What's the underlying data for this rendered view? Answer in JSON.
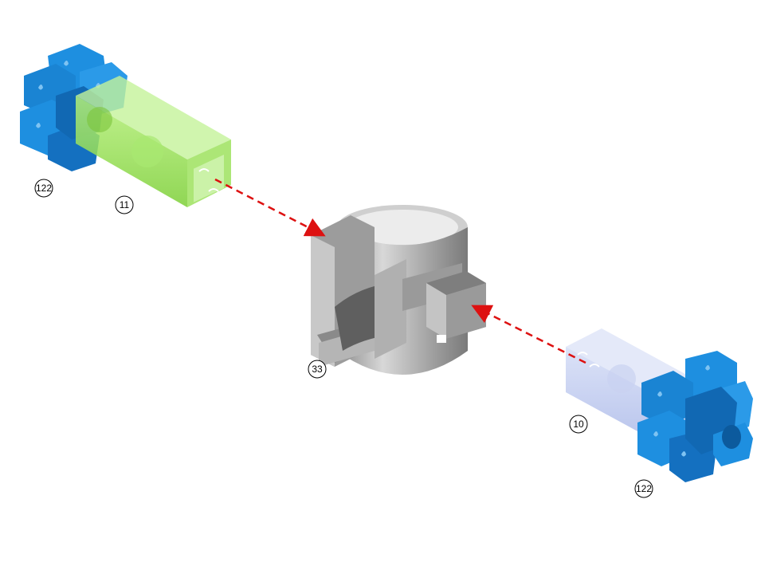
{
  "callouts": [
    {
      "id": "hub-top-left",
      "label": "122"
    },
    {
      "id": "tube-green",
      "label": "11"
    },
    {
      "id": "clamp",
      "label": "33"
    },
    {
      "id": "tube-blue",
      "label": "10"
    },
    {
      "id": "hub-bottom-right",
      "label": "122"
    }
  ],
  "colors": {
    "hub": "#1e8fe0",
    "hub_dark": "#1168b3",
    "tube_green": "#8ee04a",
    "tube_blue": "#b9c6ee",
    "clamp": "#a9a9a9",
    "clamp_dark": "#6e6e6e",
    "arrow": "#dd1111"
  },
  "icons": [
    "hub-part",
    "square-tube-part",
    "pipe-clamp-part",
    "assembly-arrow"
  ]
}
